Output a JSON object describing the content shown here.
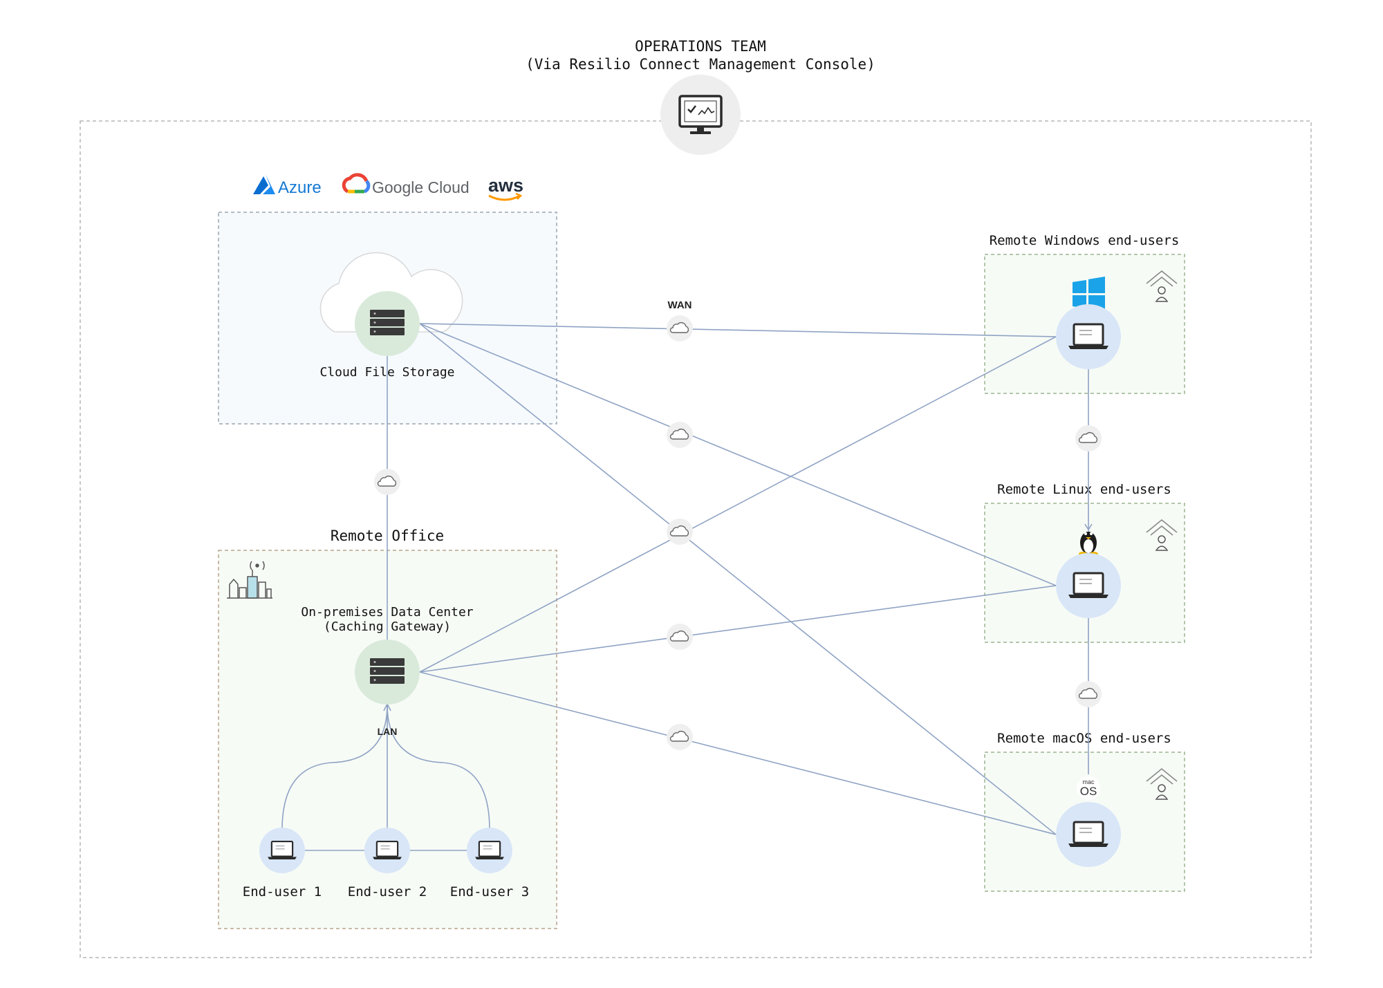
{
  "header": {
    "title_line1": "OPERATIONS TEAM",
    "title_line2": "(Via Resilio Connect Management Console)"
  },
  "providers": [
    "Azure",
    "Google Cloud",
    "aws"
  ],
  "cloud_storage": {
    "label": "Cloud File Storage"
  },
  "wan_label": "WAN",
  "lan_label": "LAN",
  "remote_office": {
    "title": "Remote Office",
    "datacenter_line1": "On-premises Data Center",
    "datacenter_line2": "(Caching Gateway)",
    "end_users": [
      "End-user 1",
      "End-user 2",
      "End-user 3"
    ]
  },
  "remote_groups": {
    "windows": {
      "title": "Remote Windows end-users"
    },
    "linux": {
      "title": "Remote Linux end-users"
    },
    "macos": {
      "title": "Remote macOS end-users",
      "os_badge_line1": "mac",
      "os_badge_line2": "OS"
    }
  },
  "colors": {
    "connector": "#8fa3c4",
    "green_node": "#d9eadb",
    "blue_node": "#d8e6f7",
    "cloud_box_fill": "#f6fafd",
    "office_box_fill": "#f7fbf6",
    "windows_blue": "#1aa3e8"
  }
}
